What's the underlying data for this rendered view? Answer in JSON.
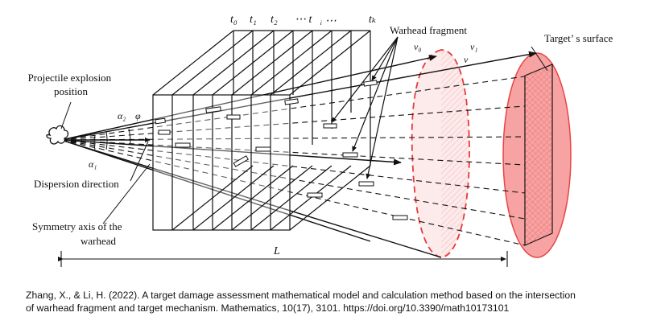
{
  "diagram": {
    "labels": {
      "projectile_explosion_position": "Projectile explosion\nposition",
      "dispersion_direction": "Dispersion direction",
      "symmetry_axis": "Symmetry axis of the\nwarhead",
      "warhead_fragment": "Warhead fragment",
      "target_surface": "Target’ s surface",
      "length": "L",
      "alpha1": "α₁",
      "alpha2": "α₂",
      "phi": "φ",
      "v0": "v₀",
      "v1": "v₁",
      "v": "v"
    },
    "time_labels": [
      "t₀",
      "t₁",
      "t₂",
      "⋯ t",
      "ᵢ ⋯",
      "tₖ"
    ],
    "colors": {
      "line": "#111111",
      "target_fill": "#f7a3a3",
      "target_stroke": "#e84545",
      "mid_fill": "#fbd5d5",
      "mid_stroke": "#e8393b"
    }
  },
  "caption": "Zhang, X., & Li, H. (2022). A target damage assessment mathematical model and calculation method based on the intersection\nof warhead fragment and target mechanism. Mathematics, 10(17), 3101. https://doi.org/10.3390/math10173101"
}
